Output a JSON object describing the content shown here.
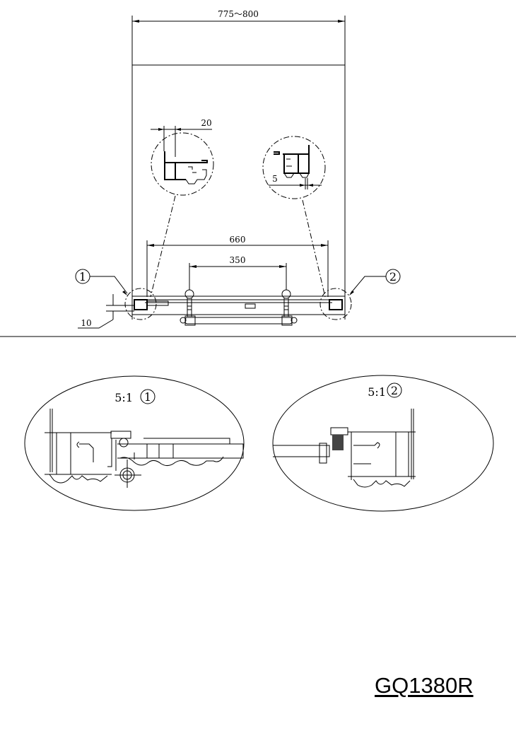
{
  "dimensions": {
    "overall_width": "775～800",
    "left_gap": "20",
    "right_gap": "5",
    "rail_length": "660",
    "handle_spacing": "350",
    "bottom_offset": "10"
  },
  "callouts": {
    "left": "1",
    "right": "2"
  },
  "details": [
    {
      "scale": "5:1",
      "ref": "1"
    },
    {
      "scale": "5:1",
      "ref": "2"
    }
  ],
  "model_code": "GQ1380R"
}
